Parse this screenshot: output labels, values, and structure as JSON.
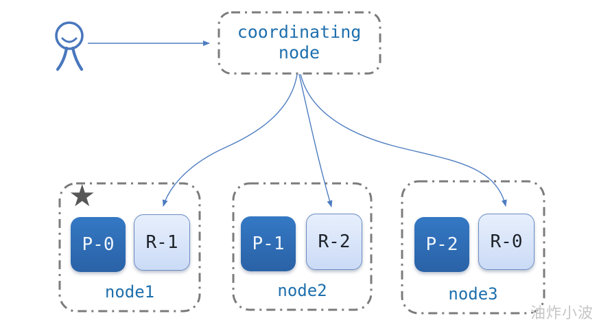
{
  "colors": {
    "accent_text": "#1e6fad",
    "arrow": "#4d7cc0",
    "person": "#4a77bd",
    "primary_top": "#3478c4",
    "primary_bottom": "#2a62a6",
    "primary_text": "#f2f7fd",
    "replica_top": "#e7effc",
    "replica_bottom": "#cbdbf6",
    "replica_border": "#6a8cc2",
    "replica_text": "#1c2128",
    "dash_border": "#7b7b7b",
    "star": "#575757",
    "watermark": "#c6c6c6",
    "background": "#ffffff"
  },
  "coordinator": {
    "label": "coordinating node"
  },
  "nodes": [
    {
      "name": "node1",
      "primary_shard": "P-0",
      "replica_shard": "R-1",
      "starred": true
    },
    {
      "name": "node2",
      "primary_shard": "P-1",
      "replica_shard": "R-2",
      "starred": false
    },
    {
      "name": "node3",
      "primary_shard": "P-2",
      "replica_shard": "R-0",
      "starred": false
    }
  ],
  "edges": [
    {
      "from": "client",
      "to": "coordinating node"
    },
    {
      "from": "coordinating node",
      "to": "R-1"
    },
    {
      "from": "coordinating node",
      "to": "R-2"
    },
    {
      "from": "coordinating node",
      "to": "R-0"
    }
  ],
  "icons": {
    "star": "★"
  },
  "watermark": "油炸小波"
}
